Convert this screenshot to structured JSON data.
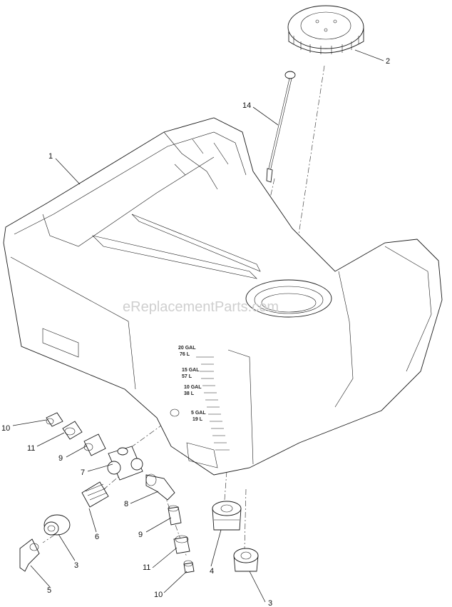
{
  "watermark": "eReplacementParts.com",
  "gauge_marks": [
    "20 GAL",
    "76 L",
    "15 GAL",
    "57 L",
    "10 GAL",
    "38 L",
    "5 GAL",
    "19 L"
  ],
  "callouts": [
    "1",
    "2",
    "14",
    "10",
    "11",
    "9",
    "7",
    "8",
    "6",
    "3",
    "5",
    "9",
    "11",
    "10",
    "4",
    "3"
  ]
}
